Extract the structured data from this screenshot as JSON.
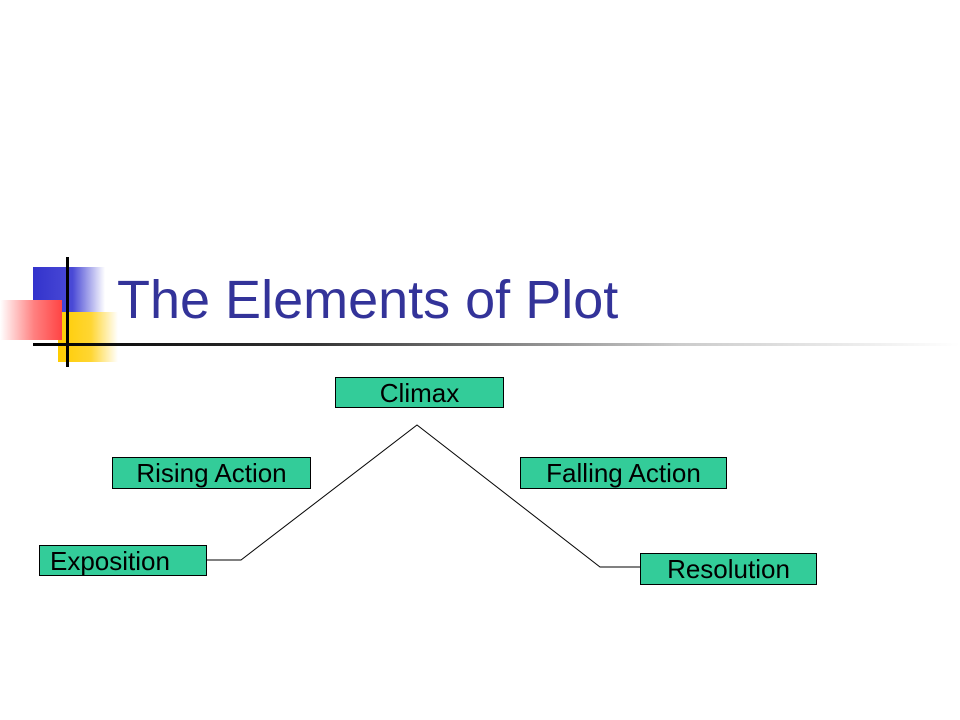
{
  "slide": {
    "title": "The Elements of Plot"
  },
  "diagram": {
    "labels": {
      "climax": "Climax",
      "rising_action": "Rising Action",
      "falling_action": "Falling Action",
      "exposition": "Exposition",
      "resolution": "Resolution"
    }
  },
  "colors": {
    "title": "#333399",
    "label_fill": "#33cc99",
    "accent_blue": "#3333cc",
    "accent_yellow": "#ffcc00",
    "accent_red": "#ff4444"
  }
}
